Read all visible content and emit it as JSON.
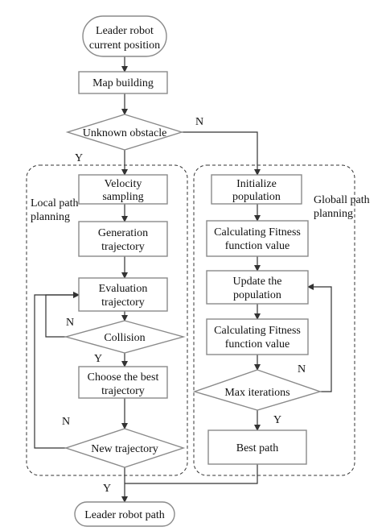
{
  "nodes": {
    "start": [
      "Leader robot",
      "current position"
    ],
    "map": [
      "Map building"
    ],
    "unknown": [
      "Unknown obstacle"
    ],
    "velocity": [
      "Velocity",
      "sampling"
    ],
    "generation": [
      "Generation",
      "trajectory"
    ],
    "evaluation": [
      "Evaluation",
      "trajectory"
    ],
    "collision": [
      "Collision"
    ],
    "choose": [
      "Choose the best",
      "trajectory"
    ],
    "newtraj": [
      "New trajectory"
    ],
    "init": [
      "Initialize",
      "population"
    ],
    "calc1": [
      "Calculating Fitness",
      "function value"
    ],
    "update": [
      "Update the",
      "population"
    ],
    "calc2": [
      "Calculating Fitness",
      "function value"
    ],
    "maxiter": [
      "Max iterations"
    ],
    "best": [
      "Best path"
    ],
    "end": [
      "Leader robot path"
    ]
  },
  "groups": {
    "local": [
      "Local path",
      "planning"
    ],
    "global": [
      "Globall path",
      "planning"
    ]
  },
  "edge_labels": {
    "unknown_n": "N",
    "unknown_y": "Y",
    "collision_n": "N",
    "collision_y": "Y",
    "newtraj_n": "N",
    "newtraj_y": "Y",
    "maxiter_n": "N",
    "maxiter_y": "Y"
  }
}
